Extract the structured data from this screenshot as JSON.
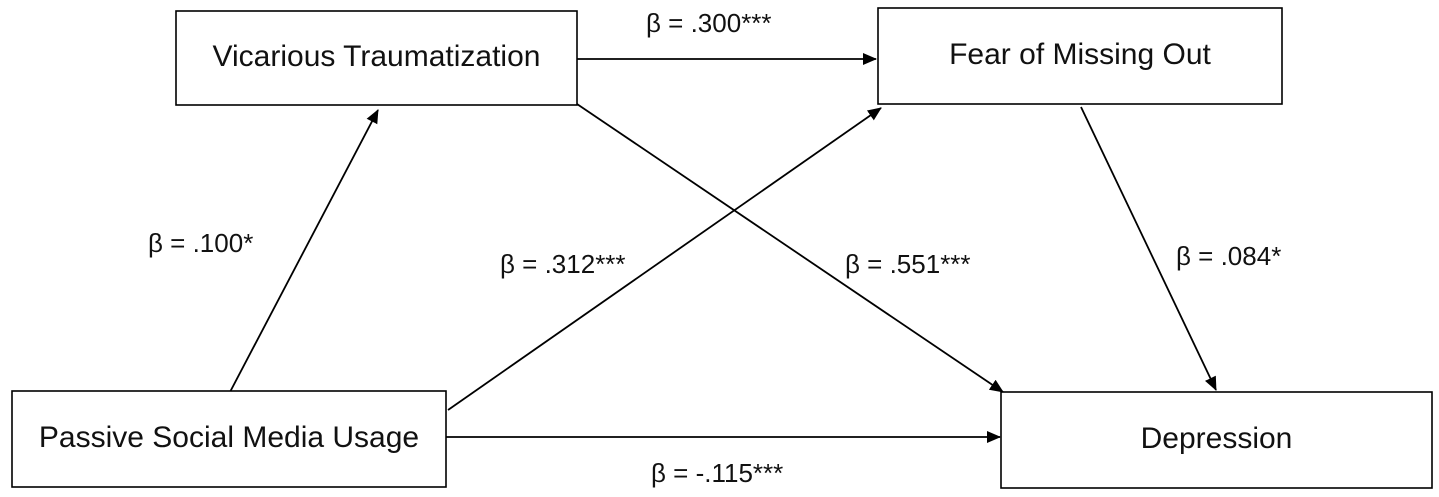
{
  "nodes": {
    "vicarious": {
      "label": "Vicarious Traumatization"
    },
    "fomo": {
      "label": "Fear of Missing Out"
    },
    "passive": {
      "label": "Passive Social Media Usage"
    },
    "depression": {
      "label": "Depression"
    }
  },
  "edges": {
    "passive_vicarious": {
      "label": "β = .100*"
    },
    "vicarious_fomo": {
      "label": "β = .300***"
    },
    "passive_fomo": {
      "label": "β = .312***"
    },
    "vicarious_depression": {
      "label": "β = .551***"
    },
    "fomo_depression": {
      "label": "β = .084*"
    },
    "passive_depression": {
      "label": "β = -.115***"
    }
  },
  "colors": {
    "stroke": "#000000",
    "text": "#111111",
    "background": "#ffffff"
  }
}
